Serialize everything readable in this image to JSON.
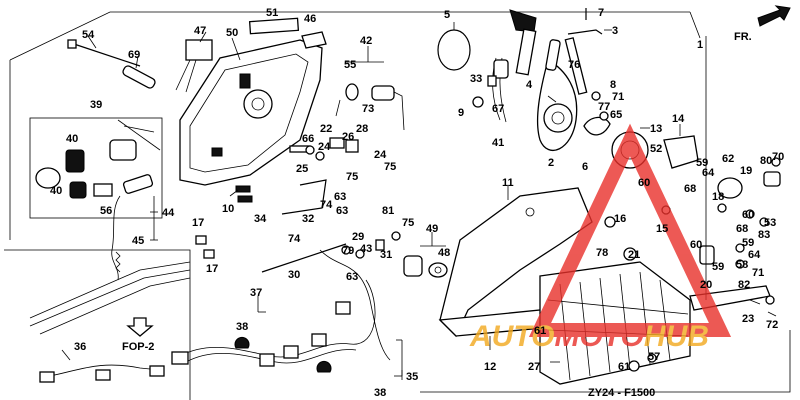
{
  "labels": [
    {
      "id": "p1",
      "text": "1"
    },
    {
      "id": "p2",
      "text": "2"
    },
    {
      "id": "p3",
      "text": "3"
    },
    {
      "id": "p4",
      "text": "4"
    },
    {
      "id": "p5",
      "text": "5"
    },
    {
      "id": "p6",
      "text": "6"
    },
    {
      "id": "p7",
      "text": "7"
    },
    {
      "id": "p8",
      "text": "8"
    },
    {
      "id": "p9",
      "text": "9"
    },
    {
      "id": "p10",
      "text": "10"
    },
    {
      "id": "p11",
      "text": "11"
    },
    {
      "id": "p12",
      "text": "12"
    },
    {
      "id": "p13",
      "text": "13"
    },
    {
      "id": "p14",
      "text": "14"
    },
    {
      "id": "p15",
      "text": "15"
    },
    {
      "id": "p16",
      "text": "16"
    },
    {
      "id": "p17a",
      "text": "17"
    },
    {
      "id": "p17b",
      "text": "17"
    },
    {
      "id": "p18",
      "text": "18"
    },
    {
      "id": "p19",
      "text": "19"
    },
    {
      "id": "p20",
      "text": "20"
    },
    {
      "id": "p21",
      "text": "21"
    },
    {
      "id": "p22",
      "text": "22"
    },
    {
      "id": "p23",
      "text": "23"
    },
    {
      "id": "p24a",
      "text": "24"
    },
    {
      "id": "p24b",
      "text": "24"
    },
    {
      "id": "p25",
      "text": "25"
    },
    {
      "id": "p26",
      "text": "26"
    },
    {
      "id": "p27",
      "text": "27"
    },
    {
      "id": "p28",
      "text": "28"
    },
    {
      "id": "p29",
      "text": "29"
    },
    {
      "id": "p30",
      "text": "30"
    },
    {
      "id": "p31",
      "text": "31"
    },
    {
      "id": "p32",
      "text": "32"
    },
    {
      "id": "p33",
      "text": "33"
    },
    {
      "id": "p34",
      "text": "34"
    },
    {
      "id": "p35",
      "text": "35"
    },
    {
      "id": "p36",
      "text": "36"
    },
    {
      "id": "p37",
      "text": "37"
    },
    {
      "id": "p38a",
      "text": "38"
    },
    {
      "id": "p38b",
      "text": "38"
    },
    {
      "id": "p39",
      "text": "39"
    },
    {
      "id": "p40a",
      "text": "40"
    },
    {
      "id": "p40b",
      "text": "40"
    },
    {
      "id": "p41",
      "text": "41"
    },
    {
      "id": "p42",
      "text": "42"
    },
    {
      "id": "p43",
      "text": "43"
    },
    {
      "id": "p44",
      "text": "44"
    },
    {
      "id": "p45",
      "text": "45"
    },
    {
      "id": "p46",
      "text": "46"
    },
    {
      "id": "p47",
      "text": "47"
    },
    {
      "id": "p48",
      "text": "48"
    },
    {
      "id": "p49",
      "text": "49"
    },
    {
      "id": "p50",
      "text": "50"
    },
    {
      "id": "p51",
      "text": "51"
    },
    {
      "id": "p52",
      "text": "52"
    },
    {
      "id": "p53",
      "text": "53"
    },
    {
      "id": "p54",
      "text": "54"
    },
    {
      "id": "p55",
      "text": "55"
    },
    {
      "id": "p56",
      "text": "56"
    },
    {
      "id": "p57",
      "text": "57"
    },
    {
      "id": "p58",
      "text": "58"
    },
    {
      "id": "p59a",
      "text": "59"
    },
    {
      "id": "p59b",
      "text": "59"
    },
    {
      "id": "p59c",
      "text": "59"
    },
    {
      "id": "p60a",
      "text": "60"
    },
    {
      "id": "p60b",
      "text": "60"
    },
    {
      "id": "p60c",
      "text": "60"
    },
    {
      "id": "p61a",
      "text": "61"
    },
    {
      "id": "p61b",
      "text": "61"
    },
    {
      "id": "p62",
      "text": "62"
    },
    {
      "id": "p63a",
      "text": "63"
    },
    {
      "id": "p63b",
      "text": "63"
    },
    {
      "id": "p63c",
      "text": "63"
    },
    {
      "id": "p64a",
      "text": "64"
    },
    {
      "id": "p64b",
      "text": "64"
    },
    {
      "id": "p65",
      "text": "65"
    },
    {
      "id": "p66",
      "text": "66"
    },
    {
      "id": "p67",
      "text": "67"
    },
    {
      "id": "p68a",
      "text": "68"
    },
    {
      "id": "p68b",
      "text": "68"
    },
    {
      "id": "p69",
      "text": "69"
    },
    {
      "id": "p70",
      "text": "70"
    },
    {
      "id": "p71a",
      "text": "71"
    },
    {
      "id": "p71b",
      "text": "71"
    },
    {
      "id": "p72",
      "text": "72"
    },
    {
      "id": "p73",
      "text": "73"
    },
    {
      "id": "p74a",
      "text": "74"
    },
    {
      "id": "p74b",
      "text": "74"
    },
    {
      "id": "p75a",
      "text": "75"
    },
    {
      "id": "p75b",
      "text": "75"
    },
    {
      "id": "p75c",
      "text": "75"
    },
    {
      "id": "p76",
      "text": "76"
    },
    {
      "id": "p77",
      "text": "77"
    },
    {
      "id": "p78",
      "text": "78"
    },
    {
      "id": "p79",
      "text": "79"
    },
    {
      "id": "p80",
      "text": "80"
    },
    {
      "id": "p81",
      "text": "81"
    },
    {
      "id": "p82",
      "text": "82"
    },
    {
      "id": "p83",
      "text": "83"
    }
  ],
  "fr_label": "FR.",
  "fop_label": "FOP-2",
  "diagram_code": "ZY24 - F1500",
  "watermark": {
    "part1": "AUTO",
    "part2": "MOTO",
    "part3": "HUB",
    "color": "#e8302a",
    "accent": "#f2a81d"
  }
}
